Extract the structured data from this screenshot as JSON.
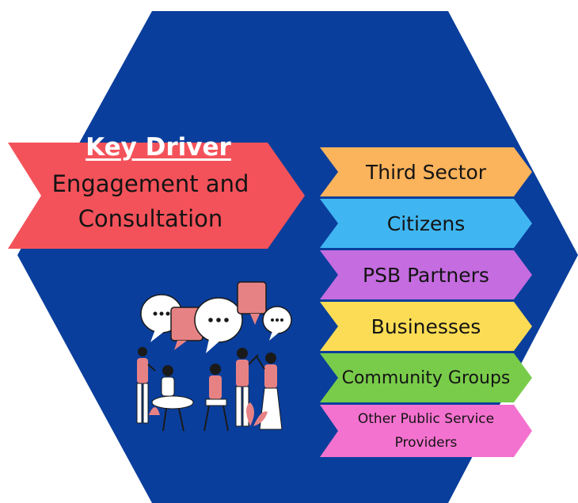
{
  "key_driver": {
    "title": "Key Driver",
    "subtitle_line1": "Engagement and",
    "subtitle_line2": "Consultation"
  },
  "stakeholders": [
    {
      "label": "Third Sector",
      "color": "#fbb35c"
    },
    {
      "label": "Citizens",
      "color": "#3fb6f2"
    },
    {
      "label": "PSB Partners",
      "color": "#c56ce0"
    },
    {
      "label": "Businesses",
      "color": "#fcdc54"
    },
    {
      "label": "Community Groups",
      "color": "#79cc4a"
    },
    {
      "label": "Other Public Service Providers",
      "label_line1": "Other Public Service",
      "label_line2": "Providers",
      "color": "#f472cf"
    }
  ],
  "colors": {
    "hexagon": "#0a3e9c",
    "driver_banner": "#f4525a",
    "figure_accent": "#e78284"
  },
  "illustration": "people-in-discussion-with-speech-bubbles"
}
